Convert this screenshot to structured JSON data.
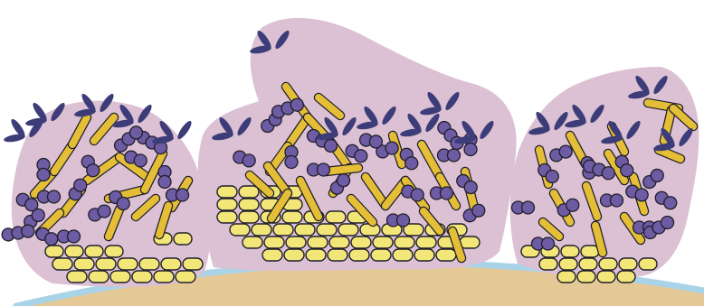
{
  "colors": {
    "background": "#ffffff",
    "matrix": "#dcc0d3",
    "tooth_surface": "#e4c896",
    "pellicle": "#a9d4e8",
    "coccus": "#6d5ba3",
    "rod": "#e3be36",
    "cell_yellow": "#f3e679",
    "filament_dark": "#3c3d78",
    "outline": "#1f1f2a"
  },
  "icons": {
    "matrix": "biofilm-matrix",
    "substrate": "tooth-surface",
    "pellicle": "pellicle-layer",
    "coccus": "coccus-bacterium",
    "rod": "rod-bacterium",
    "spindle": "spindle-bacterium"
  }
}
